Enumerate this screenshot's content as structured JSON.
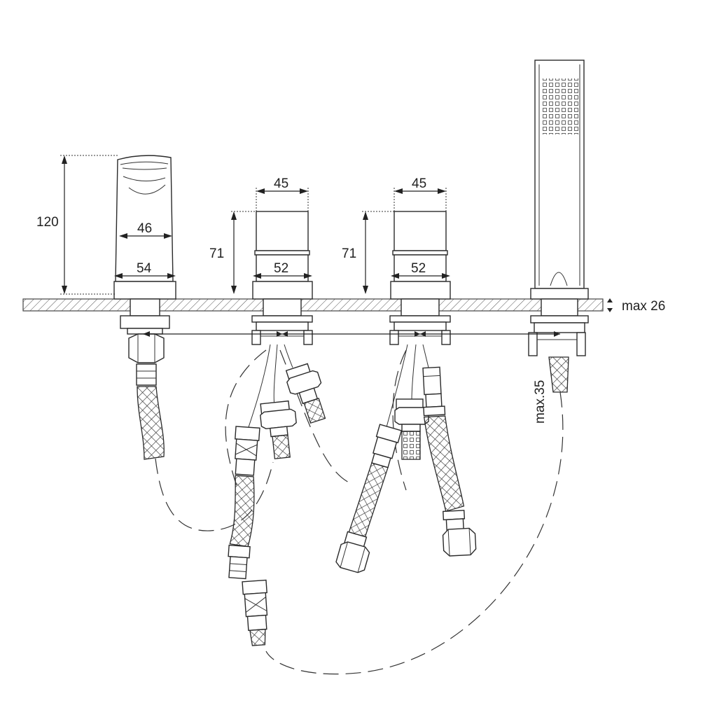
{
  "dimensions": {
    "spout_height": "120",
    "spout_top_width": "46",
    "spout_base_width": "54",
    "valve1_top_width": "45",
    "valve1_height": "71",
    "valve1_base_width": "52",
    "valve2_top_width": "45",
    "valve2_height": "71",
    "valve2_base_width": "52",
    "deck_thickness": "max 26",
    "shower_hole": "max.35"
  }
}
